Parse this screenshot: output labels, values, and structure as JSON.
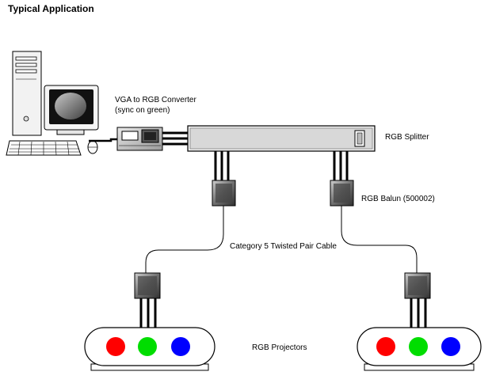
{
  "title": "Typical Application",
  "labels": {
    "converter_line1": "VGA to RGB Converter",
    "converter_line2": "(sync on green)",
    "splitter": "RGB Splitter",
    "balun": "RGB Balun (500002)",
    "cable": "Category 5 Twisted Pair Cable",
    "projectors": "RGB Projectors"
  },
  "colors": {
    "red": "#ff0000",
    "green": "#00dd00",
    "blue": "#0000ff"
  }
}
